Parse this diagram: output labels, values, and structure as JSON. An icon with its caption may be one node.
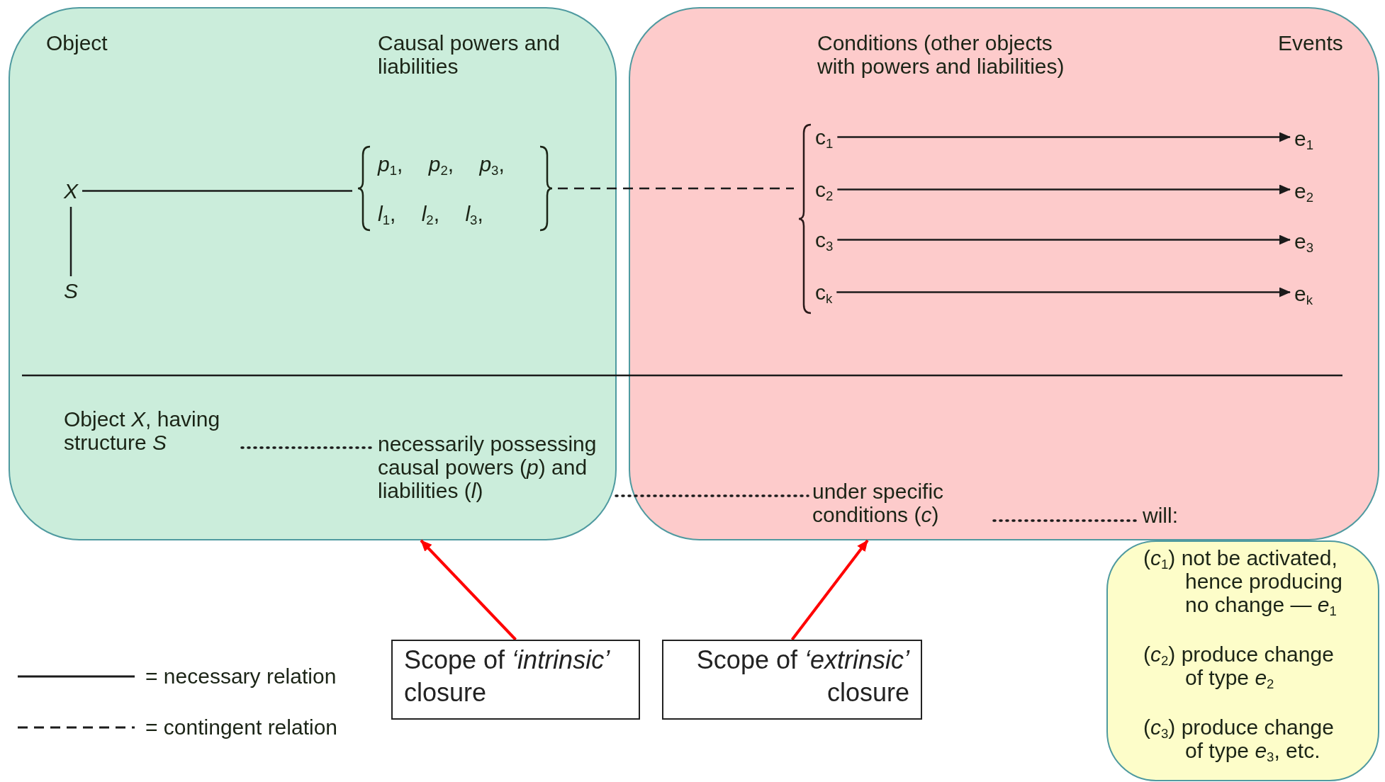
{
  "diagram": {
    "nodes": [
      {
        "text": [],
        "shape": "box"
      },
      {
        "text": [],
        "shape": "box"
      },
      {
        "text": [
          "X"
        ],
        "in": 0
      },
      {
        "text": [
          "S"
        ],
        "in": 0
      },
      {
        "text": [
          "*p*$_{1}$, *p*$_{2}$, *p*$_{3}$,",
          "*l*$_{1}$, *l*$_{2}$, *l*$_{3}$,"
        ],
        "in": 0
      },
      {
        "text": [],
        "shape": "bracket",
        "in": 1
      },
      {
        "text": [
          "c$_{1}$"
        ],
        "in": 5
      },
      {
        "text": [
          "c$_{2}$"
        ],
        "in": 5
      },
      {
        "text": [
          "c$_{3}$"
        ],
        "in": 5
      },
      {
        "text": [
          "c$_{k}$"
        ],
        "in": 5
      },
      {
        "text": [
          "e$_{1}$"
        ],
        "in": 1
      },
      {
        "text": [
          "e$_{2}$"
        ],
        "in": 1
      },
      {
        "text": [
          "e$_{3}$"
        ],
        "in": 1
      },
      {
        "text": [
          "e$_{k}$"
        ],
        "in": 1
      },
      {
        "text": [
          "Object *X*, having structure *S*"
        ],
        "in": 0
      },
      {
        "text": [
          "necessarily possessing causal powers (*p*) and liabilities (*l*)"
        ],
        "in": 0
      },
      {
        "text": [
          "under specific conditions (*c*)"
        ],
        "in": 1
      },
      {
        "text": [
          "will:"
        ],
        "in": 1
      },
      {
        "text": [
          "(*c*$_{1}$) not be activated, hence producing no change — *e*$_{1}$",
          "(*c*$_{2}$) produce change of type *e*$_{2}$",
          "(*c*$_{3}$) produce change of type *e*$_{3}$, etc."
        ]
      },
      {
        "text": [
          "Scope of *‘intrinsic’* closure"
        ]
      },
      {
        "text": [
          "Scope of *‘extrinsic’* closure"
        ]
      }
    ],
    "edges": [
      {
        "from": 2,
        "to": 3,
        "arrow": "none"
      },
      {
        "from": 2,
        "to": 4,
        "arrow": "none"
      },
      {
        "from": 4,
        "to": 5,
        "arrow": "none",
        "style": "dashed"
      },
      {
        "from": 6,
        "to": 10,
        "arrow": "to"
      },
      {
        "from": 7,
        "to": 11,
        "arrow": "to"
      },
      {
        "from": 8,
        "to": 12,
        "arrow": "to"
      },
      {
        "from": 9,
        "to": 13,
        "arrow": "to"
      },
      {
        "from": 14,
        "to": 15,
        "arrow": "none",
        "style": "dashed"
      },
      {
        "from": 15,
        "to": 16,
        "arrow": "none",
        "style": "dashed"
      },
      {
        "from": 16,
        "to": 17,
        "arrow": "none",
        "style": "dashed"
      },
      {
        "from": 19,
        "to": 0,
        "arrow": "to",
        "color": "#ff0000"
      },
      {
        "from": 20,
        "to": 1,
        "arrow": "to",
        "color": "#ff0000"
      }
    ],
    "labels": [
      "Object",
      "Causal powers and liabilities",
      "Conditions (other objects with powers and liabilities)",
      "Events"
    ],
    "legend": [
      {
        "text": "= necessary relation"
      },
      {
        "text": "= contingent relation"
      }
    ]
  }
}
